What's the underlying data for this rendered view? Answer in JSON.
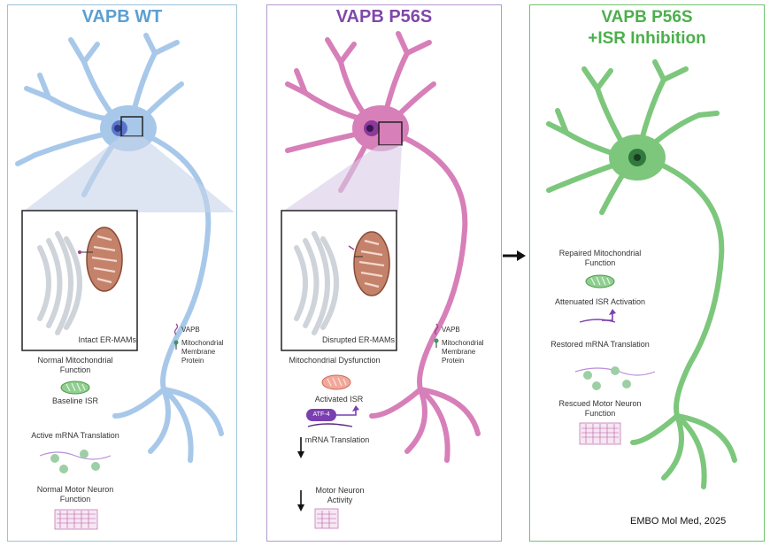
{
  "panels": {
    "wt": {
      "title": "VAPB WT",
      "inset": "Intact ER-MAMs",
      "mito_function": "Normal Mitochondrial Function",
      "isr": "Baseline ISR",
      "translation": "Active mRNA Translation",
      "motor": "Normal Motor Neuron Function",
      "legend_vapb": "VAPB",
      "legend_mito": "Mitochondrial Membrane Protein"
    },
    "p56s": {
      "title": "VAPB P56S",
      "inset": "Disrupted ER-MAMs",
      "mito_function": "Mitochondrial Dysfunction",
      "isr": "Activated ISR",
      "atf4": "ATF-4",
      "translation": "mRNA Translation",
      "motor": "Motor Neuron Activity",
      "legend_vapb": "VAPB",
      "legend_mito": "Mitochondrial Membrane Protein"
    },
    "rescue": {
      "title_line1": "VAPB P56S",
      "title_line2": "+ISR Inhibition",
      "mito_function": "Repaired Mitochondrial Function",
      "isr": "Attenuated ISR Activation",
      "translation": "Restored mRNA Translation",
      "motor": "Rescued Motor Neuron Function"
    }
  },
  "citation": "EMBO Mol Med, 2025",
  "colors": {
    "wt_neuron": "#a8c8ea",
    "p56s_neuron": "#d77fb8",
    "rescue_neuron": "#7cc77c",
    "wt_title": "#5b9fd3",
    "p56s_title": "#8048a8",
    "rescue_title": "#4caf4c"
  }
}
